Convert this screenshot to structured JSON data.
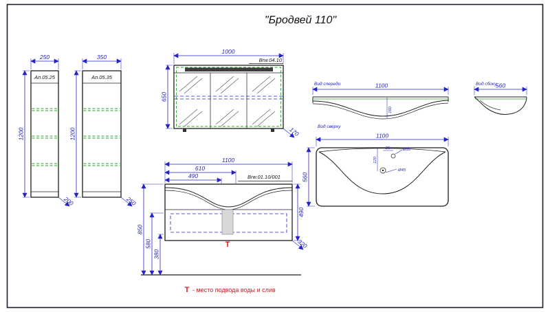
{
  "colors": {
    "dimension": "#2323c8",
    "outline": "#1c1c1c",
    "shelf_green": "#2aa12a",
    "marker_red": "#d21f1f"
  },
  "title": "\"Бродвей 110\"",
  "cabinet_250": {
    "width": "250",
    "code": "Ап.05.25",
    "height": "1200",
    "depth": "200"
  },
  "cabinet_350": {
    "width": "350",
    "code": "Ап.05.35",
    "height": "1200",
    "depth": "250"
  },
  "mirror_cabinet": {
    "width": "1000",
    "code": "Brw.04.10",
    "height": "650",
    "depth": "170"
  },
  "vanity": {
    "width": "1100",
    "dim_610": "610",
    "dim_490": "490",
    "code": "Brw.01.10/001",
    "height": "490",
    "floor_850": "850",
    "floor_580": "580",
    "floor_380": "380",
    "depth": "320",
    "t_mark": "Т"
  },
  "sink_front": {
    "caption": "Вид спереди",
    "width": "1100",
    "depth_160": "160"
  },
  "sink_side": {
    "caption": "Вид сбоку",
    "width": "560"
  },
  "sink_top": {
    "caption": "Вид сверху",
    "width": "1100",
    "depth": "560",
    "dim_25": "25",
    "dim_d35": "Ø35",
    "dim_120": "120",
    "dim_d45": "Ø45"
  },
  "legend": {
    "marker": "Т",
    "text": "- место подвода воды и слив"
  }
}
